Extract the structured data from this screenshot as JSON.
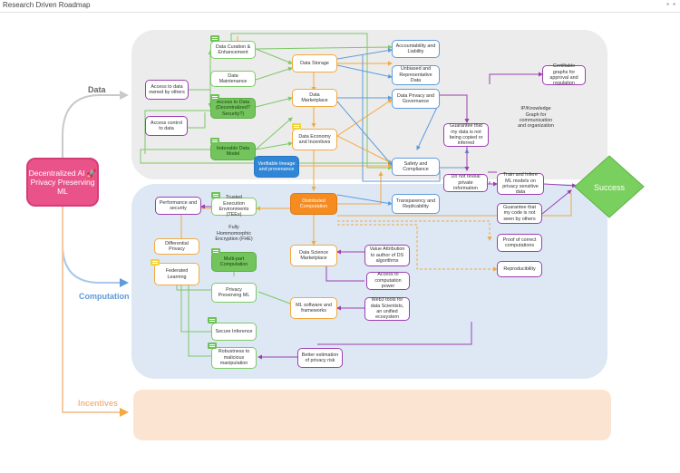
{
  "page": {
    "title": "Research Driven Roadmap"
  },
  "regions": {
    "data": "Data",
    "computation": "Computation",
    "incentives": "Incentives"
  },
  "central": {
    "label": "Decentralized AI 🚀 Privacy Preserving ML"
  },
  "success": {
    "label": "Success"
  },
  "nodes": {
    "data_curation": "Data Curation & Enhancement",
    "data_maintenance": "Data Maintenance",
    "data_storage": "Data Storage",
    "access_owned": "Access to data owned by others",
    "access_decentralized": "Access to Data (Decentralized? Security?)",
    "access_control": "Access control to data",
    "data_marketplace": "Data Marketplace",
    "indexable": "Indexable Data Model",
    "data_economy": "Data Economy and Incentives",
    "verifiable": "Verifiable lineage and provenance",
    "accountability": "Accountability and Liability",
    "unbiased": "Unbiased and Representative Data",
    "privacy_gov": "Data Privacy and Governance",
    "safety": "Safety and Compliance",
    "guarantee_copied": "Guarantee that my data is not being copied or inferred",
    "no_reveal": "Do not reveal private information",
    "cert_graphs": "Certifiable graphs for approval and regulation",
    "ip_graph": "IP/Knowledge Graph for communication and organization",
    "train_infer": "Train and Infere ML models on privacy sensitive data",
    "guarantee_code": "Guarantee that my code is not seen by others",
    "proof": "Proof of correct computations",
    "reproducibility": "Reproducibility",
    "perf_security": "Performance and security",
    "tee": "Trusted Execution Environments (TEEs)",
    "fhe": "Fully Hommomorphic Encryption (FHE)",
    "differential": "Differential Privacy",
    "mpc": "Multi-part Computation",
    "federated": "Federated Learning",
    "ppml": "Privacy Preserving ML",
    "secure_inference": "Secure Inference",
    "robustness": "Robustness to malicious manipulation",
    "better_estimation": "Better estimation of privacy risk",
    "distributed": "Distributed Computation",
    "transparency": "Transparency and Replicability",
    "ds_marketplace": "Data Science Marketplace",
    "value_attr": "Value Attribution to author of DS algorithms",
    "access_compute": "Access to computation power",
    "ml_software": "ML software and frameworks",
    "web3_tools": "Web3 tools for data Scientists, an unified ecosystem"
  },
  "colors": {
    "data_region": "#ececec",
    "computation_region": "#dde8f4",
    "incentives_region": "#fbe5d2",
    "green": "#7dc868",
    "orange": "#f4a93e",
    "blue": "#5f9bd9",
    "purple": "#9b3fb0",
    "central": "#e9538a",
    "success": "#7ad05e"
  }
}
